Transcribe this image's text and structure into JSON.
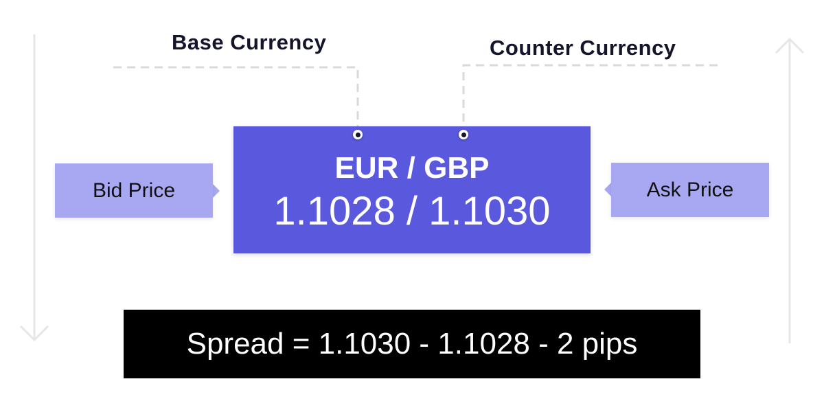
{
  "labels": {
    "base_currency": "Base Currency",
    "counter_currency": "Counter Currency",
    "bid_price": "Bid Price",
    "ask_price": "Ask Price"
  },
  "quote": {
    "pair": "EUR / GBP",
    "prices": "1.1028 / 1.1030"
  },
  "spread": "Spread = 1.1030 - 1.1028 - 2 pips",
  "colors": {
    "main": "#5a58dc",
    "side": "#a8a8f2",
    "spread_bg": "#000000"
  }
}
